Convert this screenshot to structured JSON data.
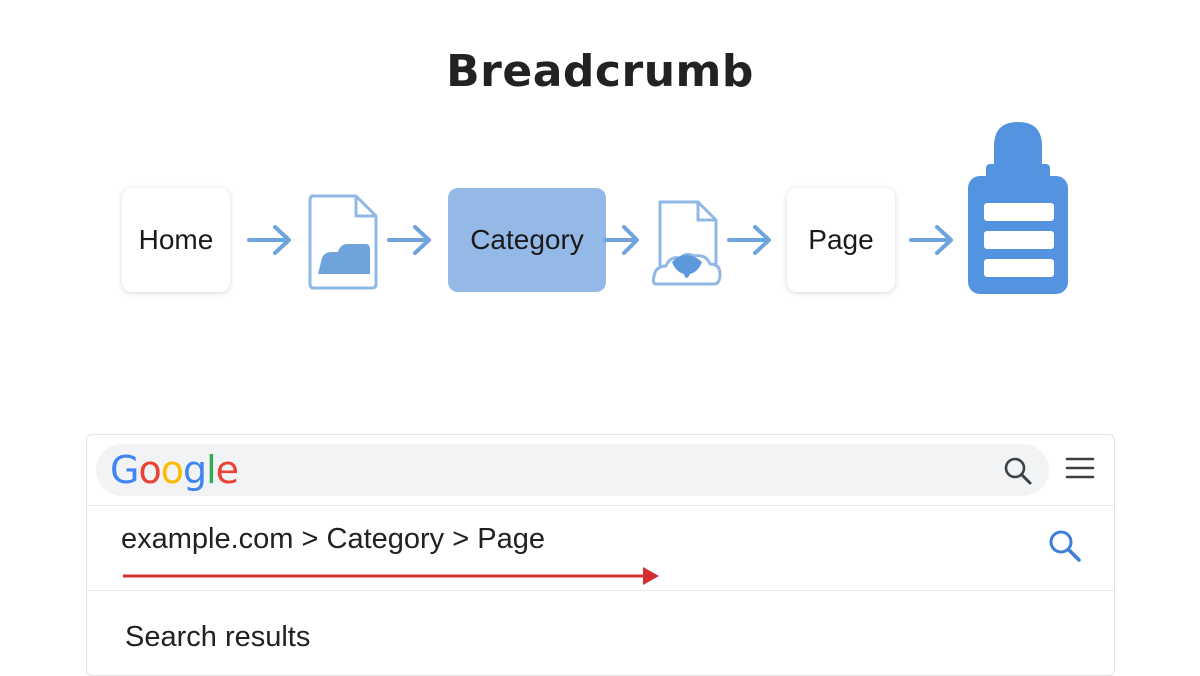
{
  "title": "Breadcrumb",
  "flow": {
    "home_label": "Home",
    "category_label": "Category",
    "page_label": "Page"
  },
  "search_panel": {
    "logo_letters": [
      "G",
      "o",
      "o",
      "g",
      "l",
      "e"
    ],
    "breadcrumb_path": "example.com > Category > Page",
    "results_label": "Search results"
  },
  "colors": {
    "flow_blue": "#6fa3dc",
    "active_box": "#94b9e6",
    "lock_blue": "#5493e0",
    "red_arrow": "#d12f2f",
    "google_blue": "#4285f4",
    "google_red": "#ea4335",
    "google_yellow": "#fbbc05",
    "google_green": "#34a853"
  },
  "icons": [
    "document-icon",
    "document-cloud-icon",
    "lock-icon",
    "search-icon",
    "menu-icon",
    "arrow-right-icon"
  ]
}
